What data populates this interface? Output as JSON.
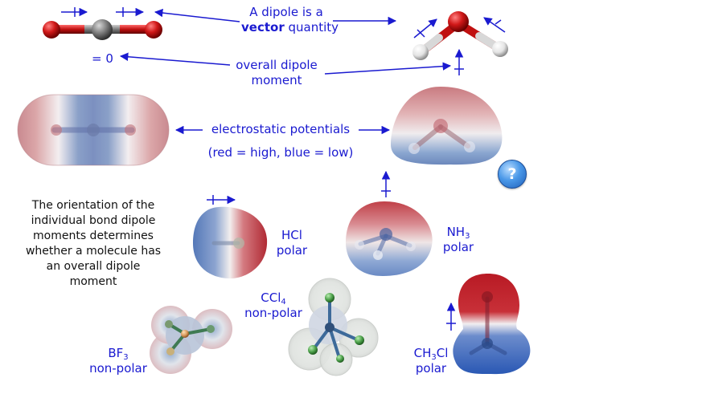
{
  "header": {
    "line1": "A dipole is a",
    "line2_bold": "vector",
    "line2_rest": " quantity"
  },
  "zero_label": "= 0",
  "overall": {
    "line1": "overall dipole",
    "line2": "moment"
  },
  "electrostatic": {
    "line1": "electrostatic potentials",
    "line2": "(red = high, blue = low)"
  },
  "explanation": [
    "The orientation of the",
    "individual bond dipole",
    "moments determines",
    "whether a molecule has",
    "an overall dipole",
    "moment"
  ],
  "help_button": "?",
  "molecules": {
    "hcl": {
      "formula": "HCl",
      "status": "polar"
    },
    "nh3": {
      "formula_main": "NH",
      "formula_sub": "3",
      "status": "polar"
    },
    "ccl4": {
      "formula_main": "CCl",
      "formula_sub": "4",
      "status": "non-polar"
    },
    "bf3": {
      "formula_main": "BF",
      "formula_sub": "3",
      "status": "non-polar"
    },
    "ch3cl": {
      "formula_main": "CH",
      "formula_sub": "3",
      "formula_tail": "Cl",
      "status": "polar"
    }
  },
  "colors": {
    "annotation": "#1a1ad0",
    "oxygen": "#c8101a",
    "carbon": "#6e6e6e",
    "hydrogen": "#f2f2f2"
  }
}
